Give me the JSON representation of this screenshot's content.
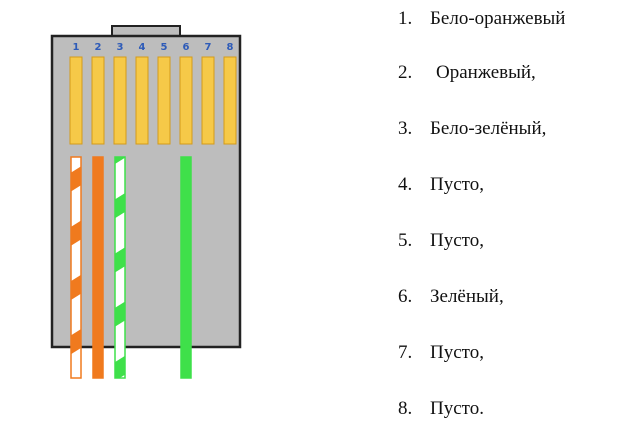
{
  "pins": [
    {
      "number": "1",
      "wire": "white-orange"
    },
    {
      "number": "2",
      "wire": "orange"
    },
    {
      "number": "3",
      "wire": "white-green"
    },
    {
      "number": "4",
      "wire": "none"
    },
    {
      "number": "5",
      "wire": "none"
    },
    {
      "number": "6",
      "wire": "green"
    },
    {
      "number": "7",
      "wire": "none"
    },
    {
      "number": "8",
      "wire": "none"
    }
  ],
  "legend": [
    {
      "number": "1.",
      "label": "Бело-оранжевый"
    },
    {
      "number": "2.",
      "label": "Оранжевый,"
    },
    {
      "number": "3.",
      "label": "Бело-зелёный,"
    },
    {
      "number": "4.",
      "label": "Пусто,"
    },
    {
      "number": "5.",
      "label": "Пусто,"
    },
    {
      "number": "6.",
      "label": "Зелёный,"
    },
    {
      "number": "7.",
      "label": "Пусто,"
    },
    {
      "number": "8.",
      "label": "Пусто."
    }
  ],
  "colors": {
    "housing": "#bdbdbd",
    "housing_outline": "#222222",
    "pin_fill": "#f6c948",
    "pin_outline": "#d49a1a",
    "pin_number": "#2e5bb8",
    "orange": "#f07a1e",
    "green": "#3fe04a",
    "white": "#ffffff"
  }
}
